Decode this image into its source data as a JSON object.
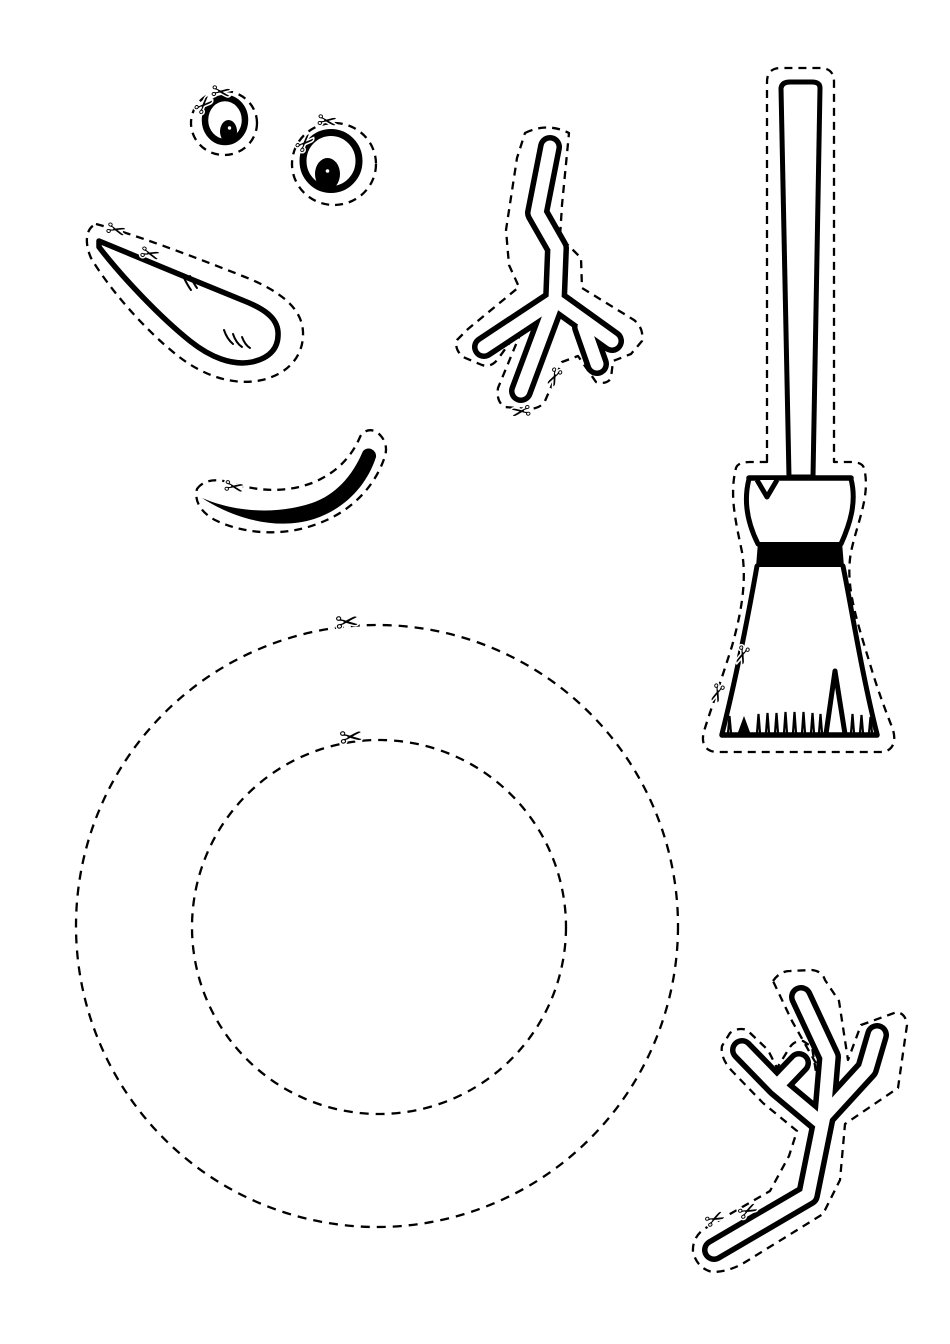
{
  "page": {
    "title": "snowman-craft-cutout-sheet",
    "background_color": "#ffffff",
    "ink_color": "#000000"
  },
  "glyphs": {
    "scissors": "✂"
  },
  "pieces": {
    "small_eye": {
      "label": "small googly eye cut-out"
    },
    "large_eye": {
      "label": "large googly eye cut-out"
    },
    "carrot_nose": {
      "label": "carrot nose cut-out"
    },
    "smile": {
      "label": "curved smile mouth cut-out"
    },
    "upper_twig_arm": {
      "label": "twig stick arm cut-out (upper)"
    },
    "broom": {
      "label": "broom cut-out"
    },
    "rings": {
      "label": "concentric circle cut rings"
    },
    "outer_circle": {
      "label": "outer dashed cut circle"
    },
    "inner_circle": {
      "label": "inner dashed cut circle"
    },
    "lower_twig_arm": {
      "label": "twig stick arm cut-out (lower)"
    }
  }
}
